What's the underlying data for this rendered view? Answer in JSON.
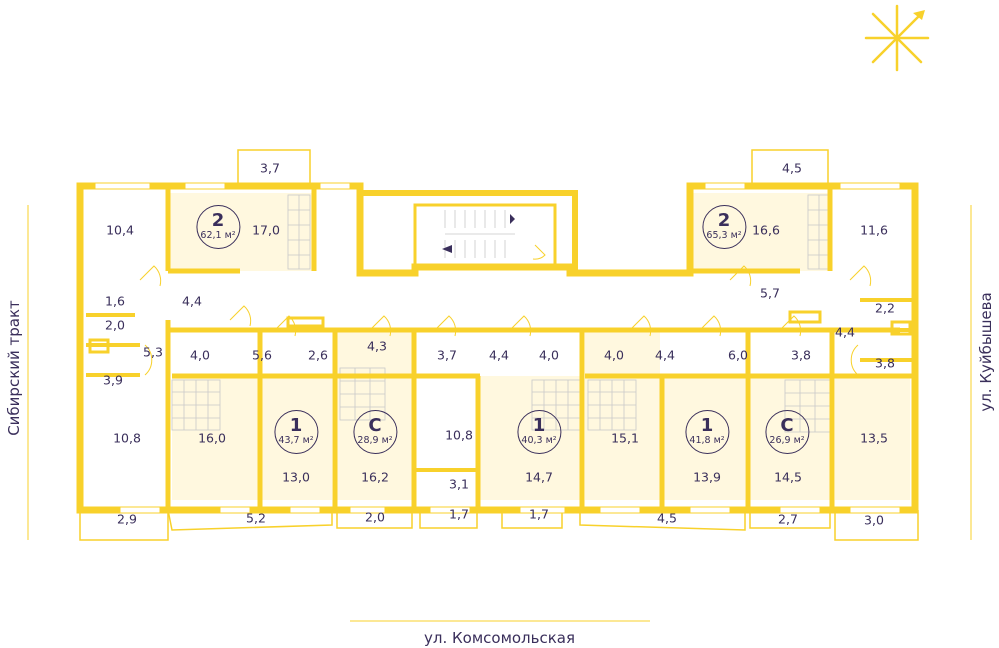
{
  "plan": {
    "accent_color": "#f8d12b",
    "fill_color": "#fff8df",
    "text_color": "#3a2f5b",
    "compass_icon": "sun-north-arrow-icon"
  },
  "streets": {
    "left": "Сибирский тракт",
    "right": "ул. Куйбышева",
    "bottom": "ул. Комсомольская"
  },
  "apartments": [
    {
      "rooms": "2",
      "area": "62,1 м²"
    },
    {
      "rooms": "2",
      "area": "65,3 м²"
    },
    {
      "rooms": "1",
      "area": "43,7 м²"
    },
    {
      "rooms": "С",
      "area": "28,9 м²"
    },
    {
      "rooms": "1",
      "area": "40,3 м²"
    },
    {
      "rooms": "1",
      "area": "41,8 м²"
    },
    {
      "rooms": "С",
      "area": "26,9 м²"
    }
  ],
  "room_areas": {
    "r01": "3,7",
    "r02": "4,5",
    "r03": "10,4",
    "r04": "17,0",
    "r05": "16,6",
    "r06": "11,6",
    "r07": "1,6",
    "r08": "4,4",
    "r09": "5,7",
    "r10": "2,0",
    "r11": "2,2",
    "r12": "4,4",
    "r13": "5,3",
    "r14": "4,0",
    "r15": "5,6",
    "r16": "2,6",
    "r17": "4,3",
    "r18": "3,7",
    "r19": "4,4",
    "r20": "4,0",
    "r21": "4,0",
    "r22": "4,4",
    "r23": "6,0",
    "r24": "3,8",
    "r25": "3,8",
    "r26": "3,9",
    "r27": "10,8",
    "r28": "16,0",
    "r29": "13,0",
    "r30": "16,2",
    "r31": "10,8",
    "r32": "14,7",
    "r33": "15,1",
    "r34": "13,9",
    "r35": "14,5",
    "r36": "13,5",
    "r37": "3,1",
    "r38": "2,9",
    "r39": "5,2",
    "r40": "2,0",
    "r41": "1,7",
    "r42": "1,7",
    "r43": "4,5",
    "r44": "2,7",
    "r45": "3,0"
  }
}
